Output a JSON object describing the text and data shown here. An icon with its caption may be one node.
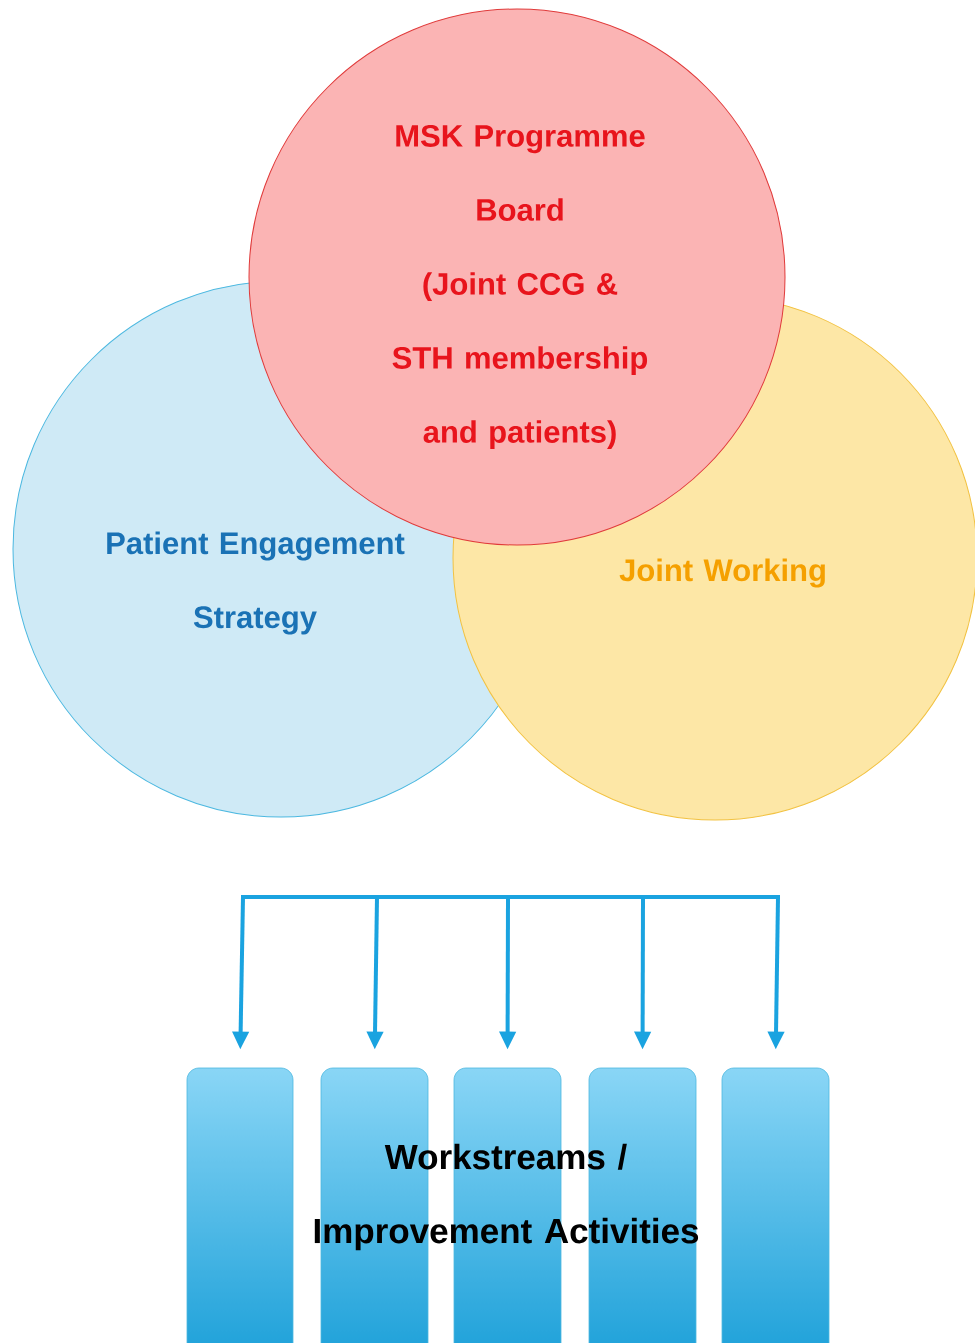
{
  "diagram": {
    "nodes": [
      {
        "text": [
          "MSK Programme Board",
          "(Joint CCG & STH membership and patients)"
        ]
      },
      {
        "text": [
          "Patient Engagement Strategy"
        ]
      },
      {
        "text": [
          "Joint Working"
        ]
      },
      {
        "text": [],
        "shape": "bar"
      },
      {
        "text": [],
        "shape": "bar"
      },
      {
        "text": [],
        "shape": "bar"
      },
      {
        "text": [],
        "shape": "bar"
      },
      {
        "text": [],
        "shape": "bar"
      }
    ],
    "edges": [
      {
        "from": null,
        "to": 3,
        "arrow": "to"
      },
      {
        "from": null,
        "to": 4,
        "arrow": "to"
      },
      {
        "from": null,
        "to": 5,
        "arrow": "to"
      },
      {
        "from": null,
        "to": 6,
        "arrow": "to"
      },
      {
        "from": null,
        "to": 7,
        "arrow": "to"
      }
    ],
    "labels": [
      "Workstreams / Improvement Activities"
    ]
  }
}
